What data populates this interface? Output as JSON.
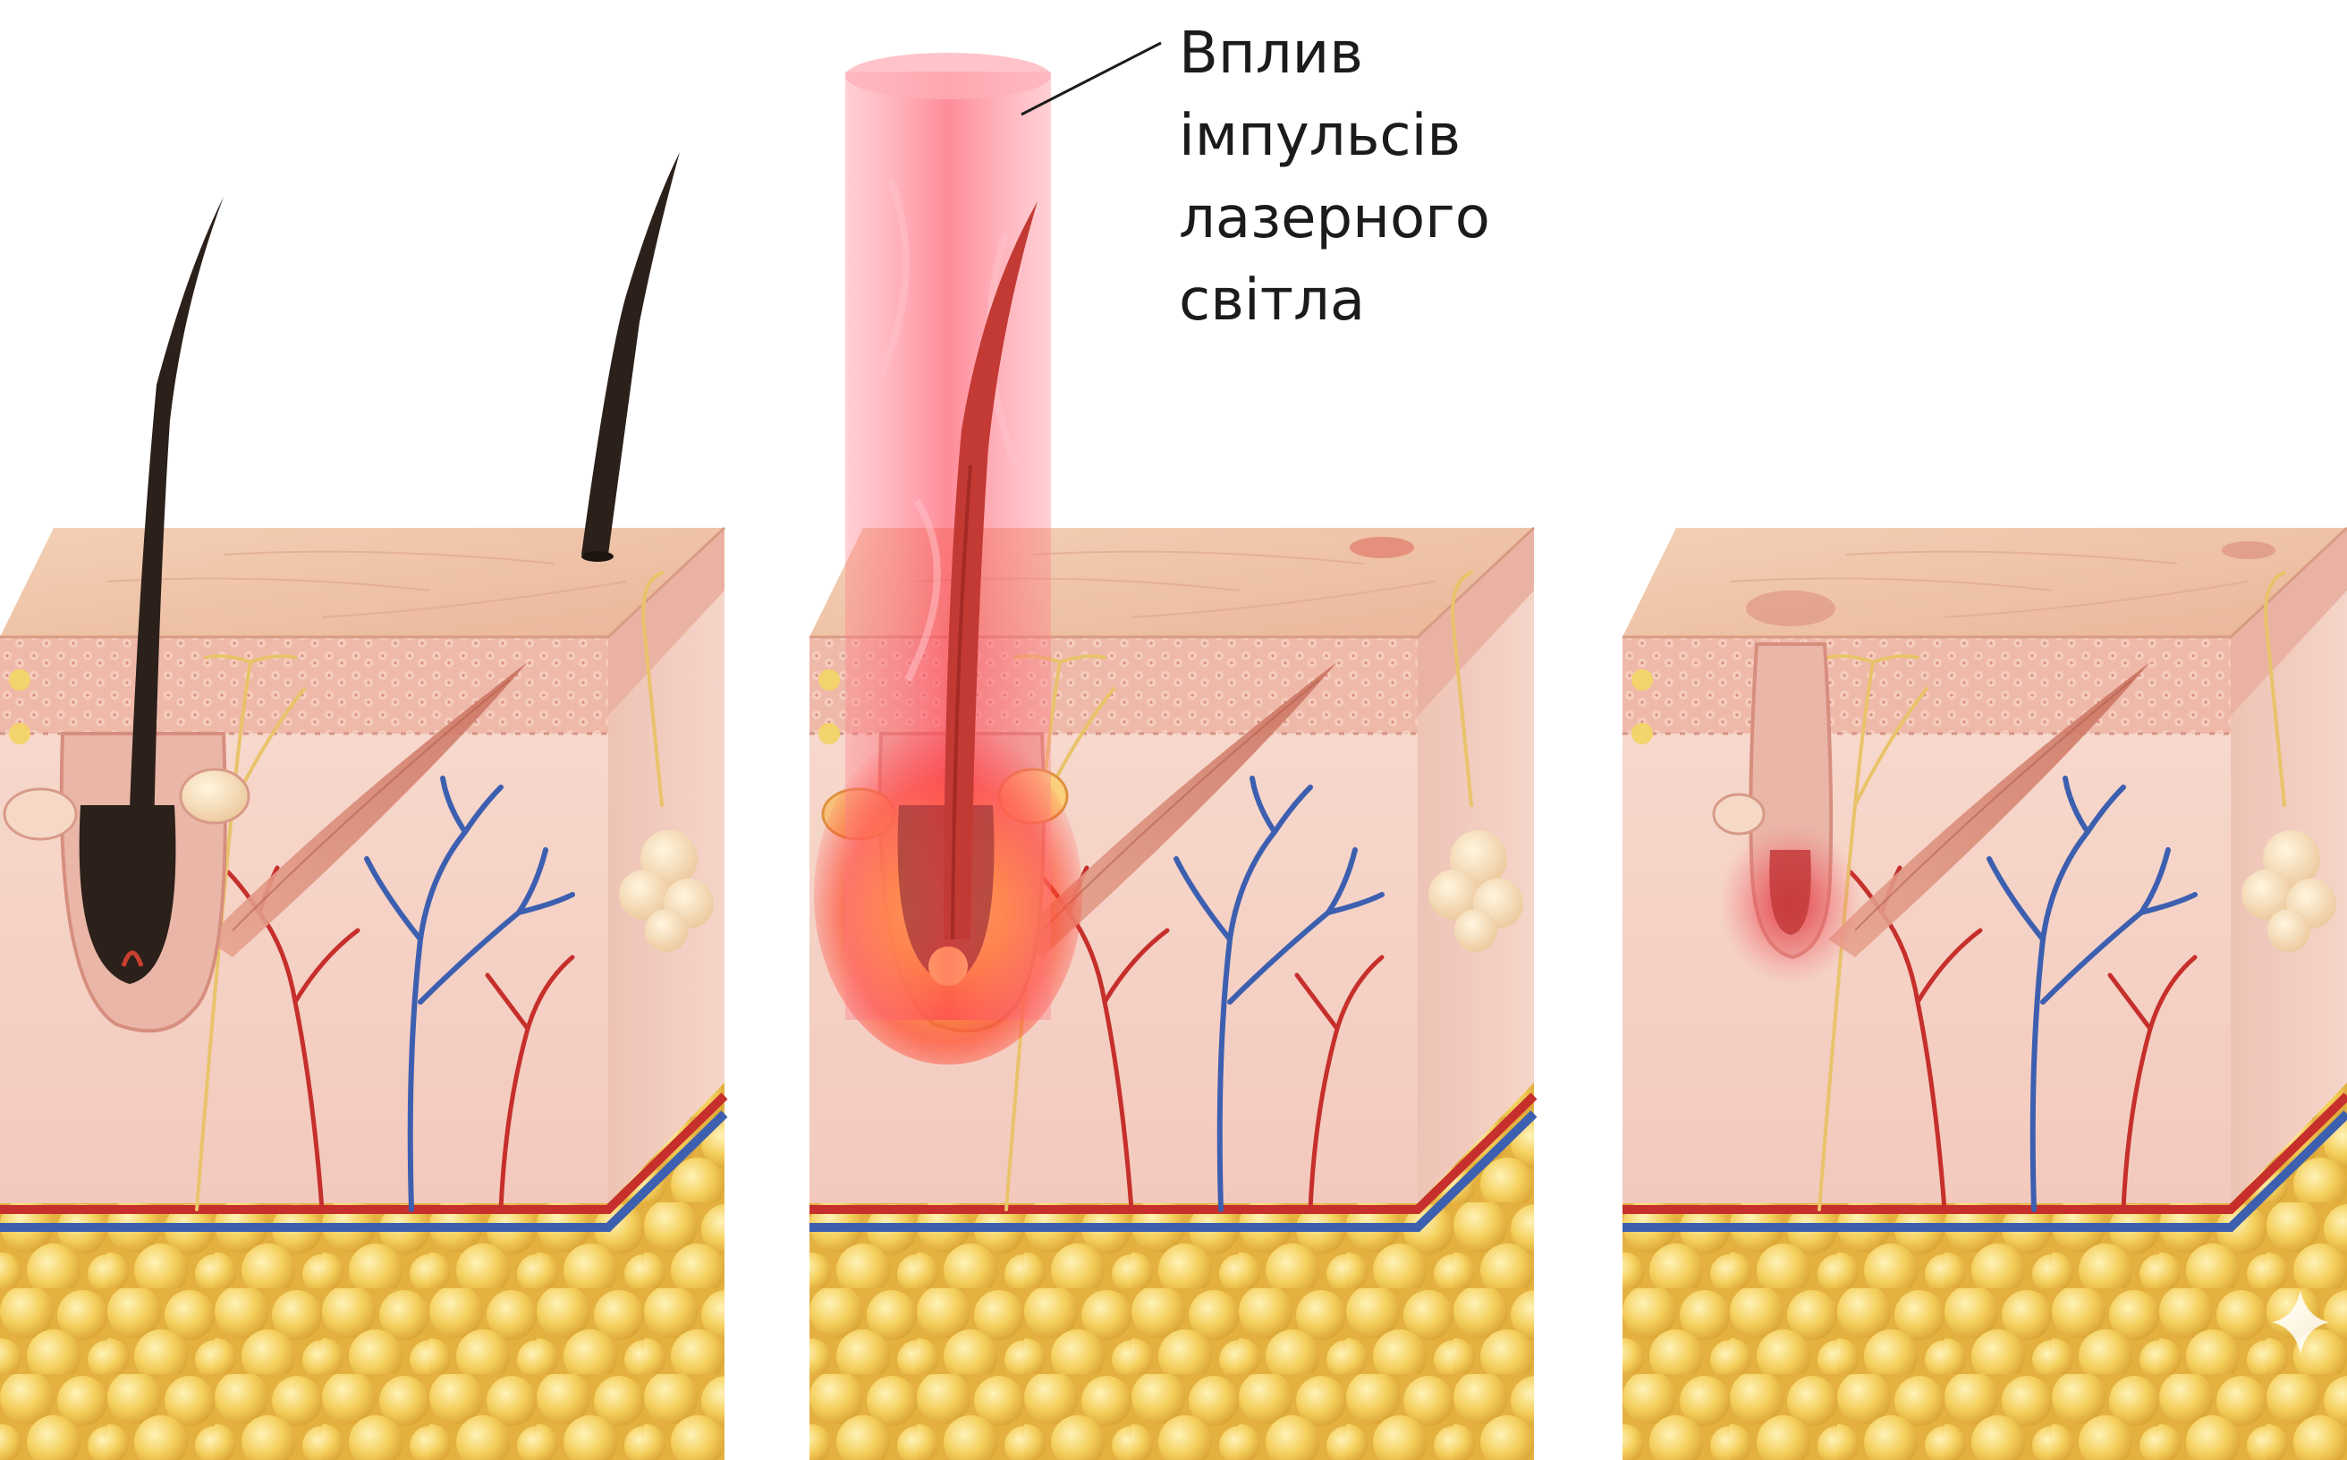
{
  "callout": {
    "lines": [
      "Вплив",
      "імпульсів",
      "лазерного",
      "світла"
    ]
  },
  "panels": [
    {
      "id": "before",
      "hair": "dark-hair"
    },
    {
      "id": "laser",
      "hair": "heated-hair"
    },
    {
      "id": "after",
      "hair": "none"
    }
  ],
  "colors": {
    "epidermis": "#f0c2a8",
    "dermis": "#f6d2c6",
    "fat": "#f2c24a",
    "artery": "#c62f2b",
    "vein": "#3d5fb0",
    "nerve": "#e9c36a",
    "laser": "#ff5a6a",
    "hair": "#2b201a"
  },
  "icons": {
    "watermark": "sparkle-icon"
  }
}
